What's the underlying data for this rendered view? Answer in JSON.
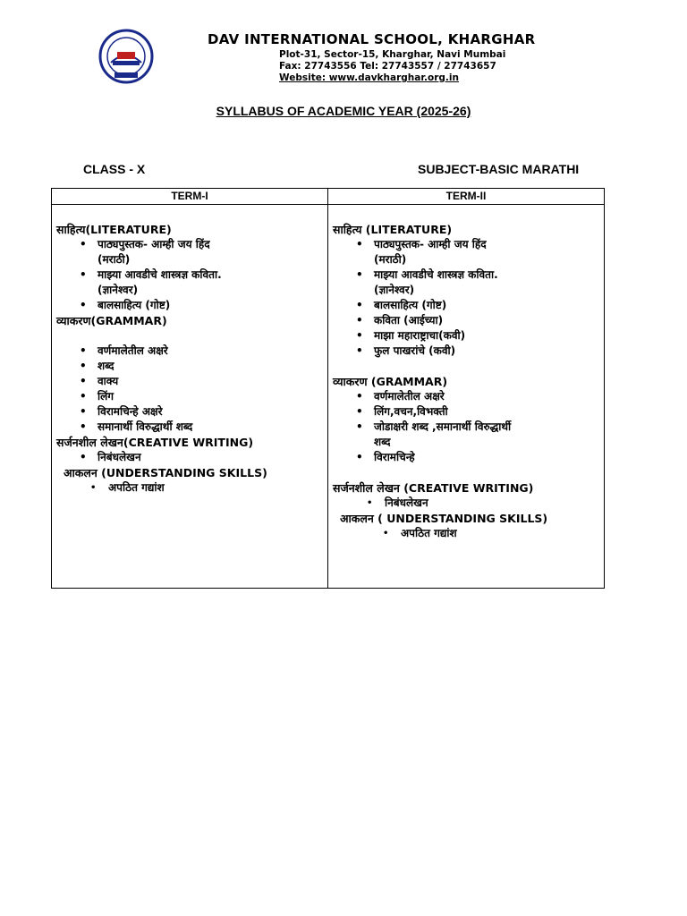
{
  "header": {
    "school_name": "DAV INTERNATIONAL SCHOOL, KHARGHAR",
    "address": "Plot-31, Sector-15, Kharghar, Navi Mumbai",
    "contact": "Fax: 27743556 Tel: 27743557 / 27743657",
    "website": "Website: www.davkharghar.org.in"
  },
  "title": "SYLLABUS OF ACADEMIC YEAR (2025-26)",
  "class_label": "CLASS - X",
  "subject_label": "SUBJECT-BASIC  MARATHI",
  "table": {
    "col1": "TERM-I",
    "col2": "TERM-II"
  },
  "term1": {
    "lit_heading": "साहित्य(LITERATURE)",
    "lit_items": [
      "पाठ्यपुस्तक- आम्ही जय हिंद",
      "(मराठी)",
      "माझ्या आवडीचे शास्त्रज्ञ कविता.",
      "(ज्ञानेश्वर)",
      "बालसाहित्य (गोष्ट)"
    ],
    "gram_heading": "व्याकरण(GRAMMAR)",
    "gram_items": [
      "वर्णमालेतील अक्षरे",
      "शब्द",
      "वाक्य",
      "लिंग",
      "विरामचिन्हे अक्षरे",
      "समानार्थी विरुद्धार्थी शब्द"
    ],
    "cw_heading": "सर्जनशील लेखन(CREATIVE WRITING)",
    "cw_items": [
      "निबंधलेखन"
    ],
    "us_heading": "आकलन (UNDERSTANDING SKILLS)",
    "us_items": [
      "अपठित गद्यांश"
    ]
  },
  "term2": {
    "lit_heading": "साहित्य (LITERATURE)",
    "lit_items": [
      "पाठ्यपुस्तक- आम्ही जय हिंद",
      "(मराठी)",
      "माझ्या आवडीचे शास्त्रज्ञ कविता.",
      "(ज्ञानेश्वर)",
      "बालसाहित्य (गोष्ट)",
      "कविता (आईच्या)",
      "माझा महाराष्ट्राचा(कवी)",
      "फुल पाखरांचे (कवी)"
    ],
    "gram_heading": "व्याकरण (GRAMMAR)",
    "gram_items": [
      "वर्णमालेतील अक्षरे",
      "लिंग,वचन,विभक्ती",
      "जोडाक्षरी शब्द ,समानार्थी विरुद्धार्थी",
      "शब्द",
      "विरामचिन्हे"
    ],
    "cw_heading": "सर्जनशील लेखन (CREATIVE WRITING)",
    "cw_items": [
      "निबंधलेखन"
    ],
    "us_heading": "आकलन ( UNDERSTANDING SKILLS)",
    "us_items": [
      "अपठित गद्यांश"
    ]
  }
}
